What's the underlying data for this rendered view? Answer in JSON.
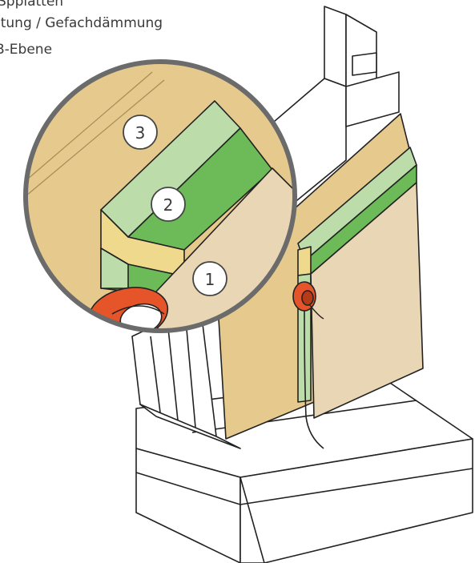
{
  "legend": {
    "line1": "Spplatten",
    "line2": "ltung / Gefachdämmung",
    "line3": "B-Ebene"
  },
  "callouts": [
    "1",
    "2",
    "3"
  ],
  "colors": {
    "stroke": "#222222",
    "osb_panel": "#e6c98c",
    "fibreboard": "#e9d6b4",
    "insulation_light_green": "#bcdcaa",
    "insulation_green": "#6dbb58",
    "insulation_yellow": "#efd98d",
    "sealing_tape_red": "#e6542a",
    "magnifier_ring": "#6b6b6b",
    "callout_circle_fill": "#ffffff"
  }
}
